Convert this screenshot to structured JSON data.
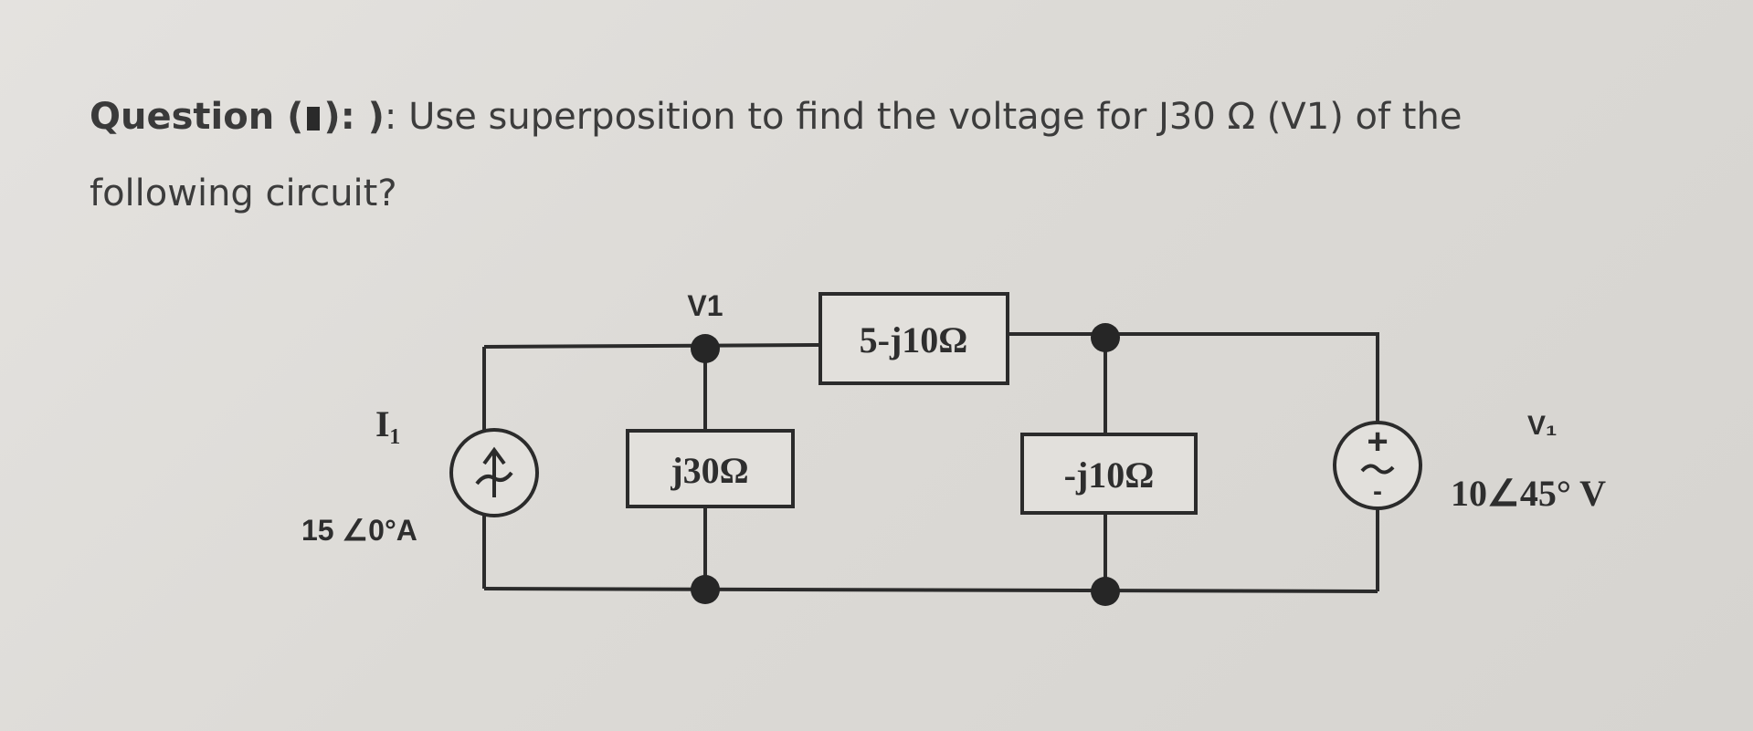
{
  "question": {
    "prefix": "Question (",
    "prefix_end": "): )",
    "line1": ": Use superposition to find the voltage for J30 Ω (V1) of the",
    "line2": "following circuit?"
  },
  "circuit": {
    "node_label": "V1",
    "series_impedance": "5-j10Ω",
    "left_shunt_impedance": "j30Ω",
    "right_shunt_impedance": "-j10Ω",
    "current_source_name": "I₁",
    "current_source_value": "15 ∠0°A",
    "voltage_source_name": "V₁",
    "voltage_source_value": "10∠45° V",
    "plus_sign": "+",
    "minus_sign": "-"
  }
}
